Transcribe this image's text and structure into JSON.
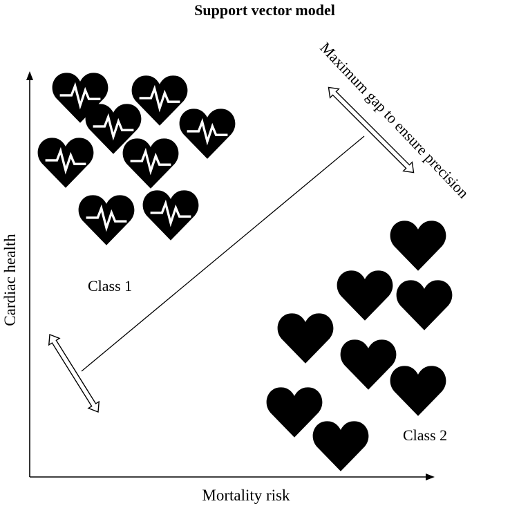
{
  "title": "Support vector model",
  "xlabel": "Mortality risk",
  "ylabel": "Cardiac health",
  "class1_label": "Class 1",
  "class2_label": "Class 2",
  "margin_label": "Maximum gap to ensure precision",
  "colors": {
    "heart": "#000000",
    "pulse": "#ffffff",
    "line": "#000000"
  },
  "icons": {
    "class1": "heart-pulse-icon",
    "class2": "heart-icon"
  }
}
